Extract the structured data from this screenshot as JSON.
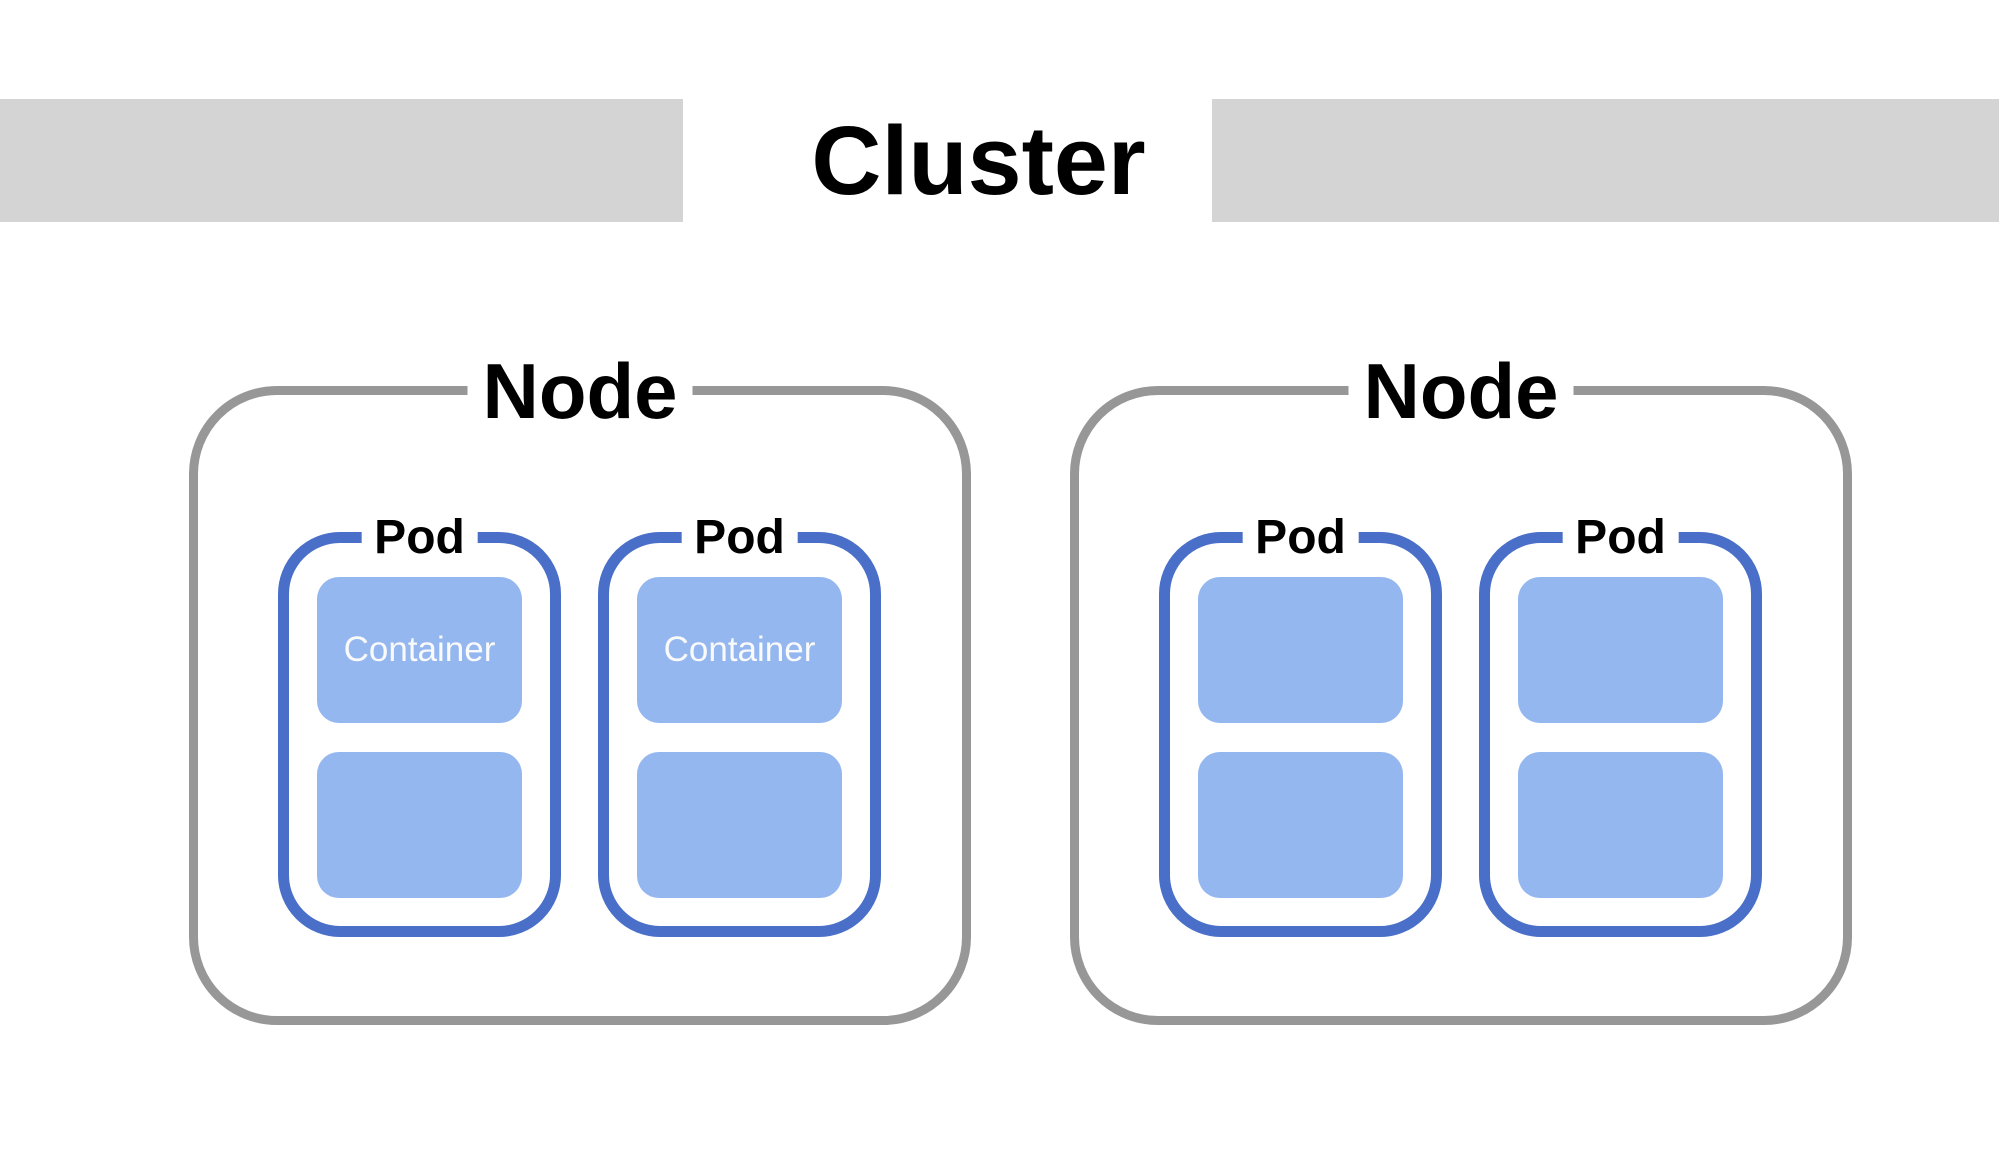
{
  "diagram": {
    "cluster_label": "Cluster",
    "nodes": [
      {
        "label": "Node",
        "pods": [
          {
            "label": "Pod",
            "containers": [
              {
                "label": "Container"
              },
              {
                "label": ""
              }
            ]
          },
          {
            "label": "Pod",
            "containers": [
              {
                "label": "Container"
              },
              {
                "label": ""
              }
            ]
          }
        ]
      },
      {
        "label": "Node",
        "pods": [
          {
            "label": "Pod",
            "containers": [
              {
                "label": ""
              },
              {
                "label": ""
              }
            ]
          },
          {
            "label": "Pod",
            "containers": [
              {
                "label": ""
              },
              {
                "label": ""
              }
            ]
          }
        ]
      }
    ],
    "colors": {
      "banner_gray": "#d4d4d4",
      "node_border": "#979797",
      "pod_border": "#4a6fc8",
      "container_fill": "#94b7f0",
      "container_text": "#fafafa",
      "label_text": "#000000"
    }
  }
}
